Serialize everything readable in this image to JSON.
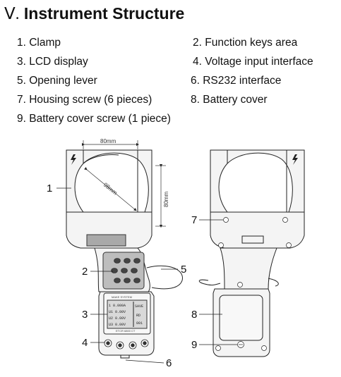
{
  "title": {
    "roman": "Ⅴ.",
    "text": "Instrument Structure"
  },
  "legend": [
    "1. Clamp",
    "2. Function keys area",
    "3. LCD display",
    "4. Voltage input interface",
    "5. Opening lever",
    "6. RS232 interface",
    "7. Housing screw (6 pieces)",
    "8. Battery cover",
    "9. Battery cover screw (1 piece)"
  ],
  "dimensions": {
    "width": "80mm",
    "height": "80mm",
    "diameter": "98mm"
  },
  "callouts": [
    "1",
    "2",
    "3",
    "4",
    "5",
    "6",
    "7",
    "8",
    "9"
  ],
  "lcd": {
    "rows": [
      "1  0.000A",
      "U1  0.00V",
      "U2  0.00V",
      "U3  0.00V"
    ],
    "right": [
      "SAVE",
      "RD",
      "001"
    ],
    "brand": "MAKE SYSTEM",
    "footer": "ETCR 6800 CT"
  },
  "icons": {
    "clamp-flash": "lightning-bolt"
  },
  "colors": {
    "line": "#222222",
    "fill": "#f4f4f4",
    "lcd": "#d9d9d9",
    "panel": "#a9a9a9"
  }
}
